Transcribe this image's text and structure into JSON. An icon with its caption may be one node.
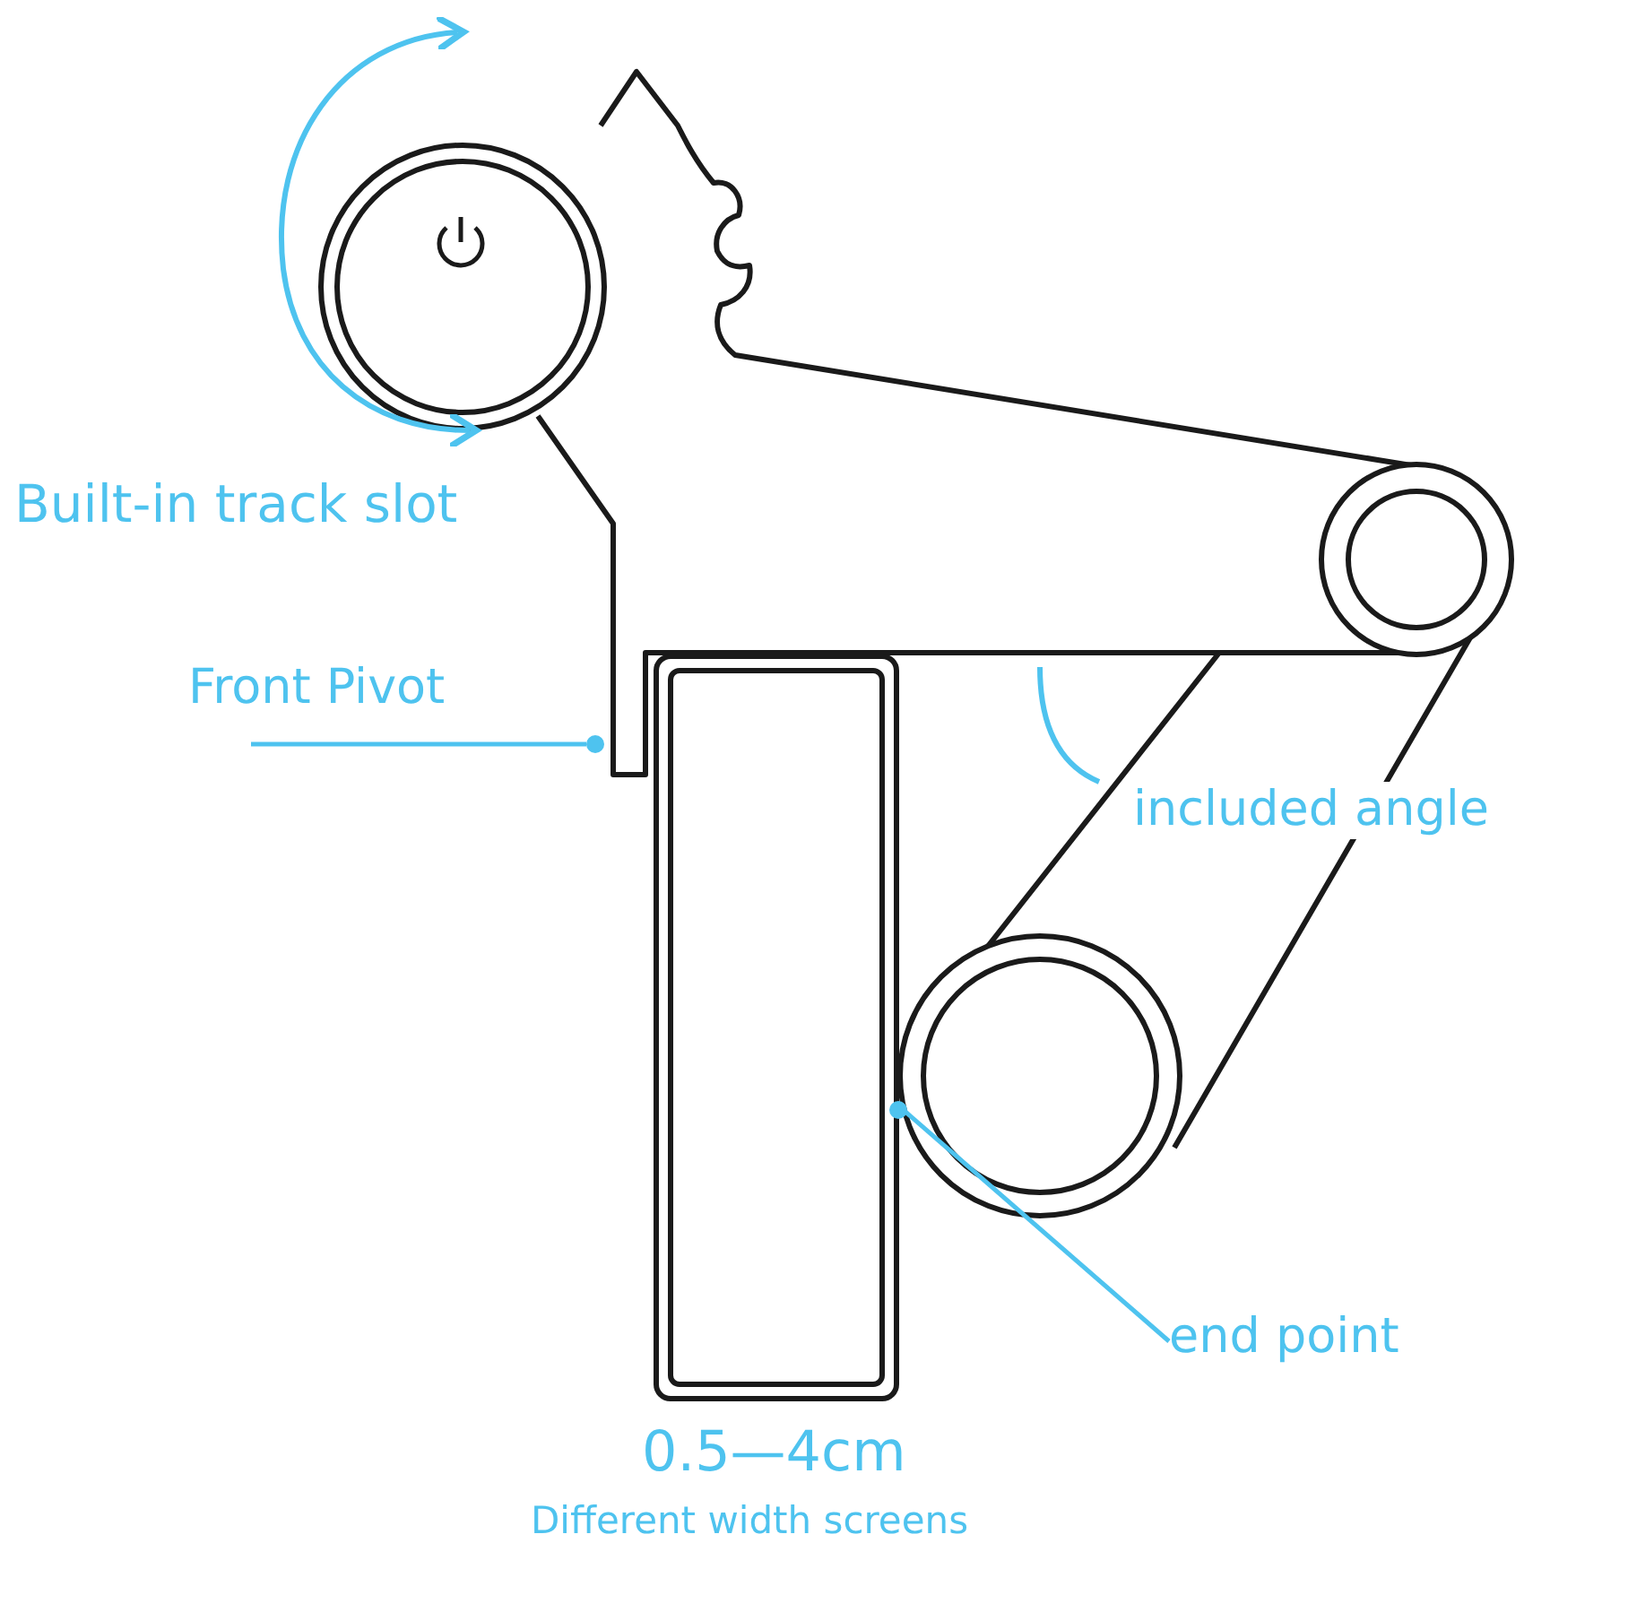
{
  "diagram": {
    "nodes": [
      {
        "text": [
          "Front Pivot"
        ]
      },
      {
        "text": [
          "end point"
        ]
      }
    ],
    "edges": [
      {
        "from": 0,
        "to": null,
        "arrow": "other"
      },
      {
        "from": 1,
        "to": null,
        "arrow": "other"
      }
    ],
    "labels": [
      "Built-in track slot",
      "included angle",
      "0.5—4cm",
      "Different width screens"
    ]
  }
}
